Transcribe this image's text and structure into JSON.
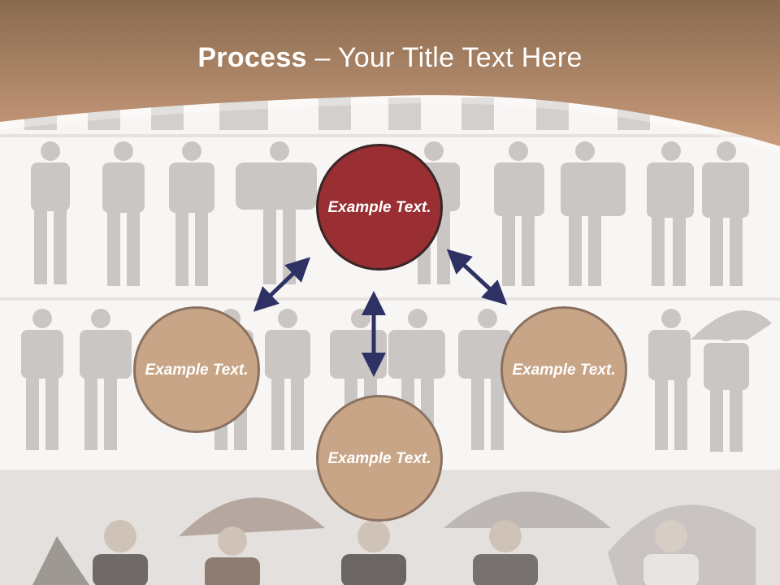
{
  "title": {
    "bold": "Process",
    "separator": " – ",
    "rest": "Your Title Text Here"
  },
  "nodes": [
    {
      "id": "top",
      "label": "Example Text."
    },
    {
      "id": "left",
      "label": "Example Text."
    },
    {
      "id": "bottom",
      "label": "Example Text."
    },
    {
      "id": "right",
      "label": "Example Text."
    }
  ],
  "colors": {
    "header_top": "#8a6a4e",
    "header_bottom": "#c4987a",
    "background": "#f7f4f1",
    "silhouette": "#c9c5c2",
    "silhouette_dark": "#a9a4a0",
    "node_primary_fill": "#9a2f33",
    "node_secondary_fill": "#c9a587",
    "node_stroke": "#3a2424",
    "node_secondary_stroke": "#8a7160",
    "arrow": "#2e3164"
  },
  "icons": [
    "double-arrow-icon"
  ]
}
